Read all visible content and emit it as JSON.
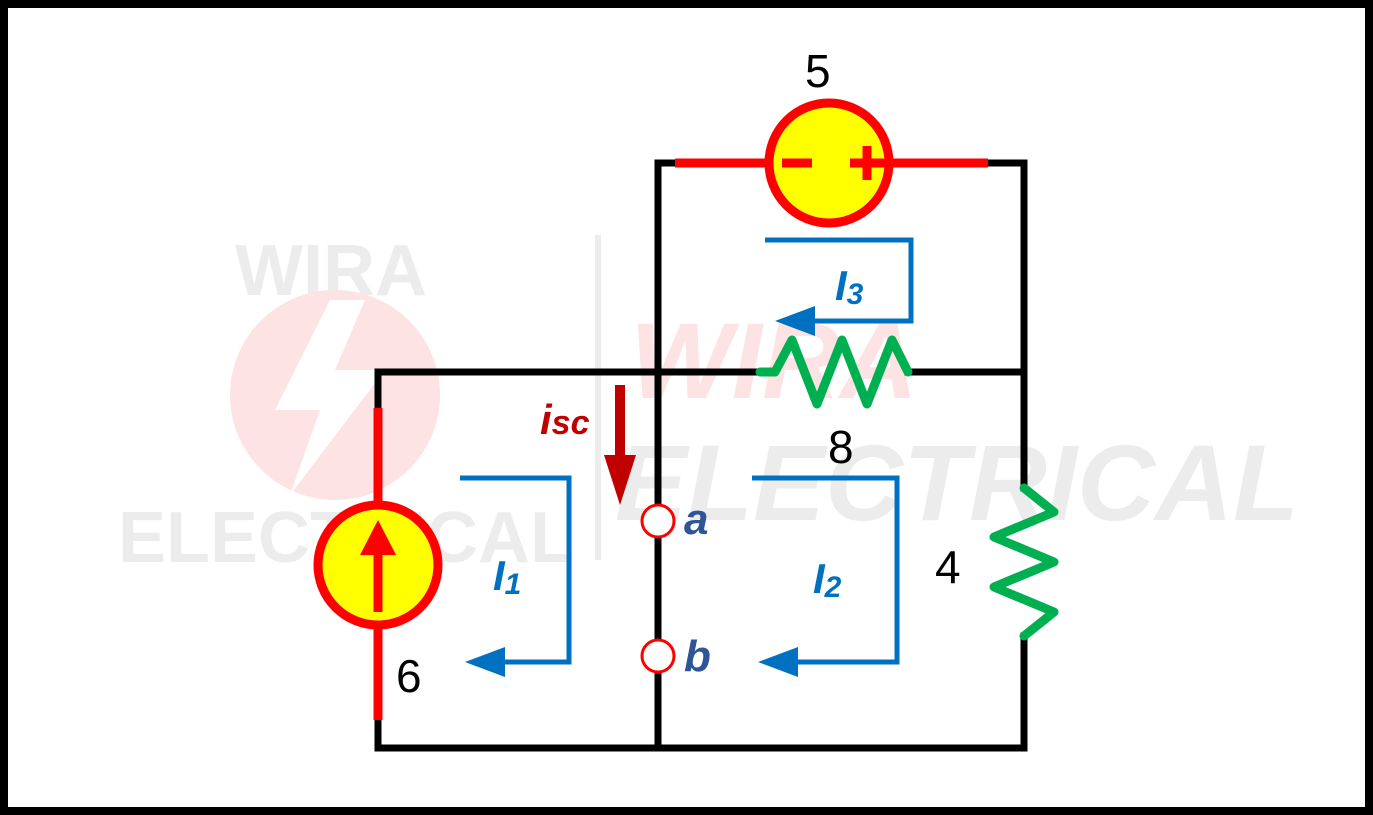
{
  "watermark": {
    "wordmark_top": "WIRA",
    "wordmark_bottom": "ELECTRICAL",
    "center_top": "WIRA",
    "center_bottom": "ELECTRICAL"
  },
  "sources": {
    "current_source_value": "6",
    "voltage_source_value": "5",
    "voltage_source_neg": "–",
    "voltage_source_pos": "+"
  },
  "resistors": {
    "top_value": "8",
    "right_value": "4"
  },
  "mesh_currents": {
    "i1": "I",
    "i1_sub": "1",
    "i2": "I",
    "i2_sub": "2",
    "i3": "I",
    "i3_sub": "3"
  },
  "short_circuit": {
    "label": "i",
    "label_sub": "sc"
  },
  "terminals": {
    "a": "a",
    "b": "b"
  },
  "colors": {
    "wire": "#000000",
    "source_stroke": "#ff0000",
    "source_fill": "#ffff00",
    "resistor": "#00b050",
    "mesh_arrow": "#0070c0",
    "terminal_label": "#2f5597",
    "isc": "#c00000",
    "watermark_red": "#fde3e3",
    "watermark_gray": "#ececec"
  }
}
